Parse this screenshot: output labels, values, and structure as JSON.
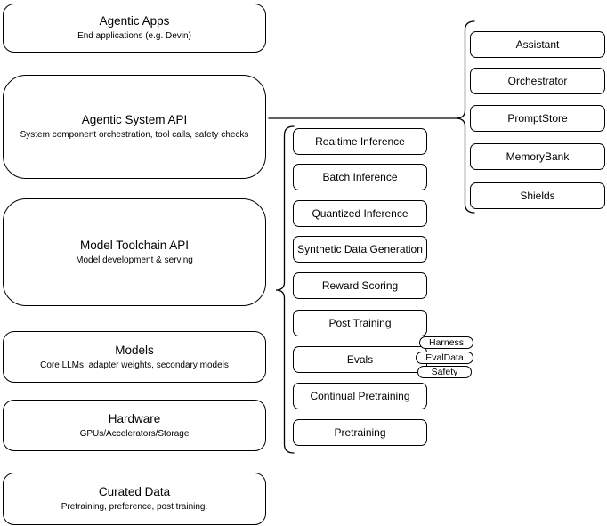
{
  "colors": {
    "border": "#000000",
    "background": "#ffffff",
    "text": "#000000"
  },
  "stack": [
    {
      "title": "Agentic Apps",
      "subtitle": "End applications (e.g. Devin)"
    },
    {
      "title": "Agentic System API",
      "subtitle": "System component orchestration, tool calls, safety checks"
    },
    {
      "title": "Model Toolchain API",
      "subtitle": "Model development & serving"
    },
    {
      "title": "Models",
      "subtitle": "Core LLMs, adapter weights, secondary models"
    },
    {
      "title": "Hardware",
      "subtitle": "GPUs/Accelerators/Storage"
    },
    {
      "title": "Curated Data",
      "subtitle": "Pretraining, preference, post training."
    }
  ],
  "toolchain": {
    "items": [
      "Realtime Inference",
      "Batch Inference",
      "Quantized Inference",
      "Synthetic Data Generation",
      "Reward Scoring",
      "Post Training",
      "Evals",
      "Continual Pretraining",
      "Pretraining"
    ],
    "evals_tags": [
      "Harness",
      "EvalData",
      "Safety"
    ]
  },
  "components": {
    "items": [
      "Assistant",
      "Orchestrator",
      "PromptStore",
      "MemoryBank",
      "Shields"
    ]
  }
}
